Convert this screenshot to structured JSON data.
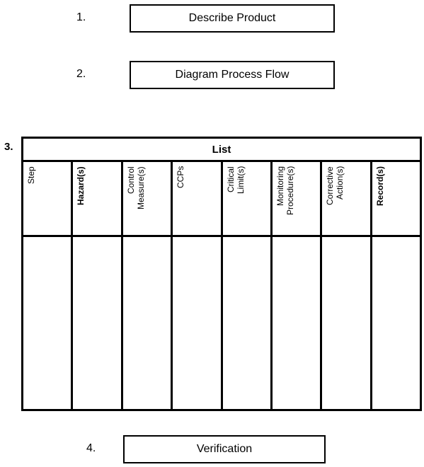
{
  "steps": [
    {
      "number": "1.",
      "label": "Describe Product"
    },
    {
      "number": "2.",
      "label": "Diagram Process Flow"
    },
    {
      "number": "3.",
      "label": "List"
    },
    {
      "number": "4.",
      "label": "Verification"
    }
  ],
  "table": {
    "title": "List",
    "columns": [
      {
        "label": "Step",
        "bold": false
      },
      {
        "label": "Hazard(s)",
        "bold": true
      },
      {
        "label": "Control\nMeasure(s)",
        "bold": false
      },
      {
        "label": "CCPs",
        "bold": false
      },
      {
        "label": "Critical\nLimit(s)",
        "bold": false
      },
      {
        "label": "Monitoring\nProcedure(s)",
        "bold": false
      },
      {
        "label": "Corrective\nAction(s)",
        "bold": false
      },
      {
        "label": "Record(s)",
        "bold": true
      }
    ]
  }
}
